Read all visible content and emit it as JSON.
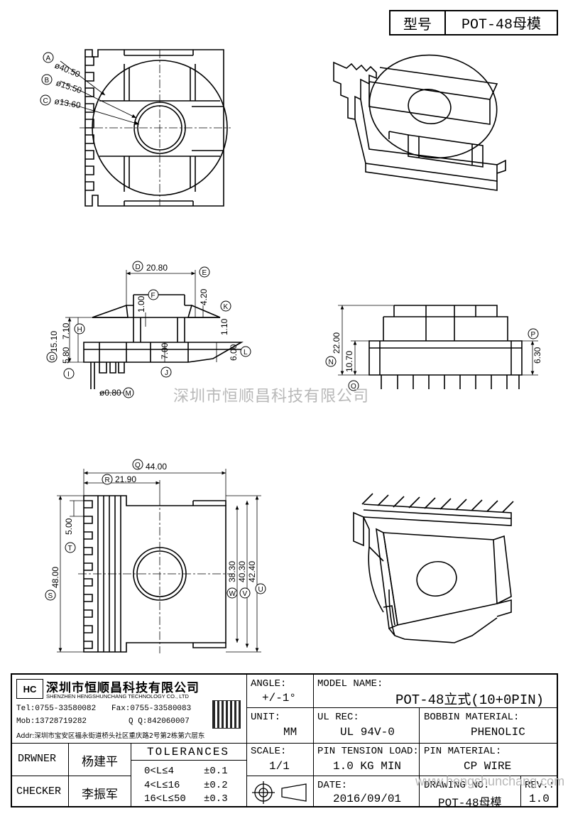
{
  "header": {
    "type_label": "型号",
    "model": "POT-48母模"
  },
  "dims": {
    "A": "A",
    "A_val": "ø40.50",
    "B": "B",
    "B_val": "ø15.50",
    "C": "C",
    "C_val": "ø13.60",
    "D": "D",
    "D_val": "20.80",
    "E": "E",
    "E_val": "4.20",
    "F": "F",
    "F_val": "1.00",
    "G": "G",
    "G_val": "15.10",
    "H": "H",
    "H_val": "7.10",
    "I": "I",
    "I_val": "5.80",
    "J": "J",
    "J_val": "7.00",
    "K": "K",
    "K_val": "1.10",
    "L": "L",
    "L_val": "6.00",
    "M": "M",
    "M_val": "ø0.80",
    "N": "N",
    "N_val": "22.00",
    "O": "O",
    "O_val": "10.70",
    "P": "P",
    "P_val": "6.30",
    "Q": "Q",
    "Q_val": "44.00",
    "R": "R",
    "R_val": "21.90",
    "S": "S",
    "S_val": "48.00",
    "T": "T",
    "T_val": "5.00",
    "U": "U",
    "U_val": "42.40",
    "V": "V",
    "V_val": "40.30",
    "W": "W",
    "W_val": "38.30"
  },
  "watermark": "深圳市恒顺昌科技有限公司",
  "watermark_url": "www.hengshunchang.com",
  "company": {
    "name_cn": "深圳市恒顺昌科技有限公司",
    "name_en": "SHENZHEN HENGSHUNCHANG TECHNOLOGY CO., LTD",
    "tel": "Tel:0755-33580082",
    "fax": "Fax:0755-33580083",
    "mob": "Mob:13728719282",
    "qq": "Q  Q:842060007",
    "addr": "Addr:深圳市宝安区福永街道桥头社区重庆路2号第2栋第六层东"
  },
  "title_block": {
    "angle_label": "ANGLE:",
    "angle_value": "+/-1°",
    "model_name_label": "MODEL NAME:",
    "model_name_value": "POT-48立式(10+0PIN)",
    "unit_label": "UNIT:",
    "unit_value": "MM",
    "ul_label": "UL REC:",
    "ul_value": "UL 94V-0",
    "bobbin_label": "BOBBIN MATERIAL:",
    "bobbin_value": "PHENOLIC",
    "drawner_label": "DRWNER",
    "drawner_value": "杨建平",
    "tolerances_label": "TOLERANCES",
    "tol1_range": "0<L≤4",
    "tol1_value": "±0.1",
    "tol2_range": "4<L≤16",
    "tol2_value": "±0.2",
    "tol3_range": "16<L≤50",
    "tol3_value": "±0.3",
    "scale_label": "SCALE:",
    "scale_value": "1/1",
    "pin_tension_label": "PIN TENSION LOAD:",
    "pin_tension_value": "1.0 KG MIN",
    "pin_material_label": "PIN MATERIAL:",
    "pin_material_value": "CP WIRE",
    "checker_label": "CHECKER",
    "checker_value": "李振军",
    "date_label": "DATE:",
    "date_value": "2016/09/01",
    "drawing_no_label": "DRAWING NO:",
    "drawing_no_value": "POT-48母模",
    "rev_label": "REV.:",
    "rev_value": "1.0"
  }
}
